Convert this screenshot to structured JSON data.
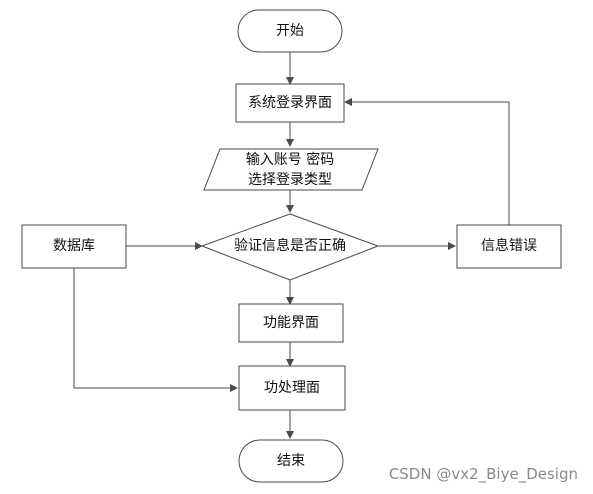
{
  "nodes": {
    "start": "开始",
    "login": "系统登录界面",
    "input_line1": "输入账号 密码",
    "input_line2": "选择登录类型",
    "verify": "验证信息是否正确",
    "database": "数据库",
    "error": "信息错误",
    "function": "功能界面",
    "process": "功处理面",
    "end": "结束"
  },
  "watermark": "CSDN @vx2_Biye_Design",
  "colors": {
    "stroke": "#4a4a4a",
    "text": "#111111",
    "watermark": "#8a8a8a"
  }
}
